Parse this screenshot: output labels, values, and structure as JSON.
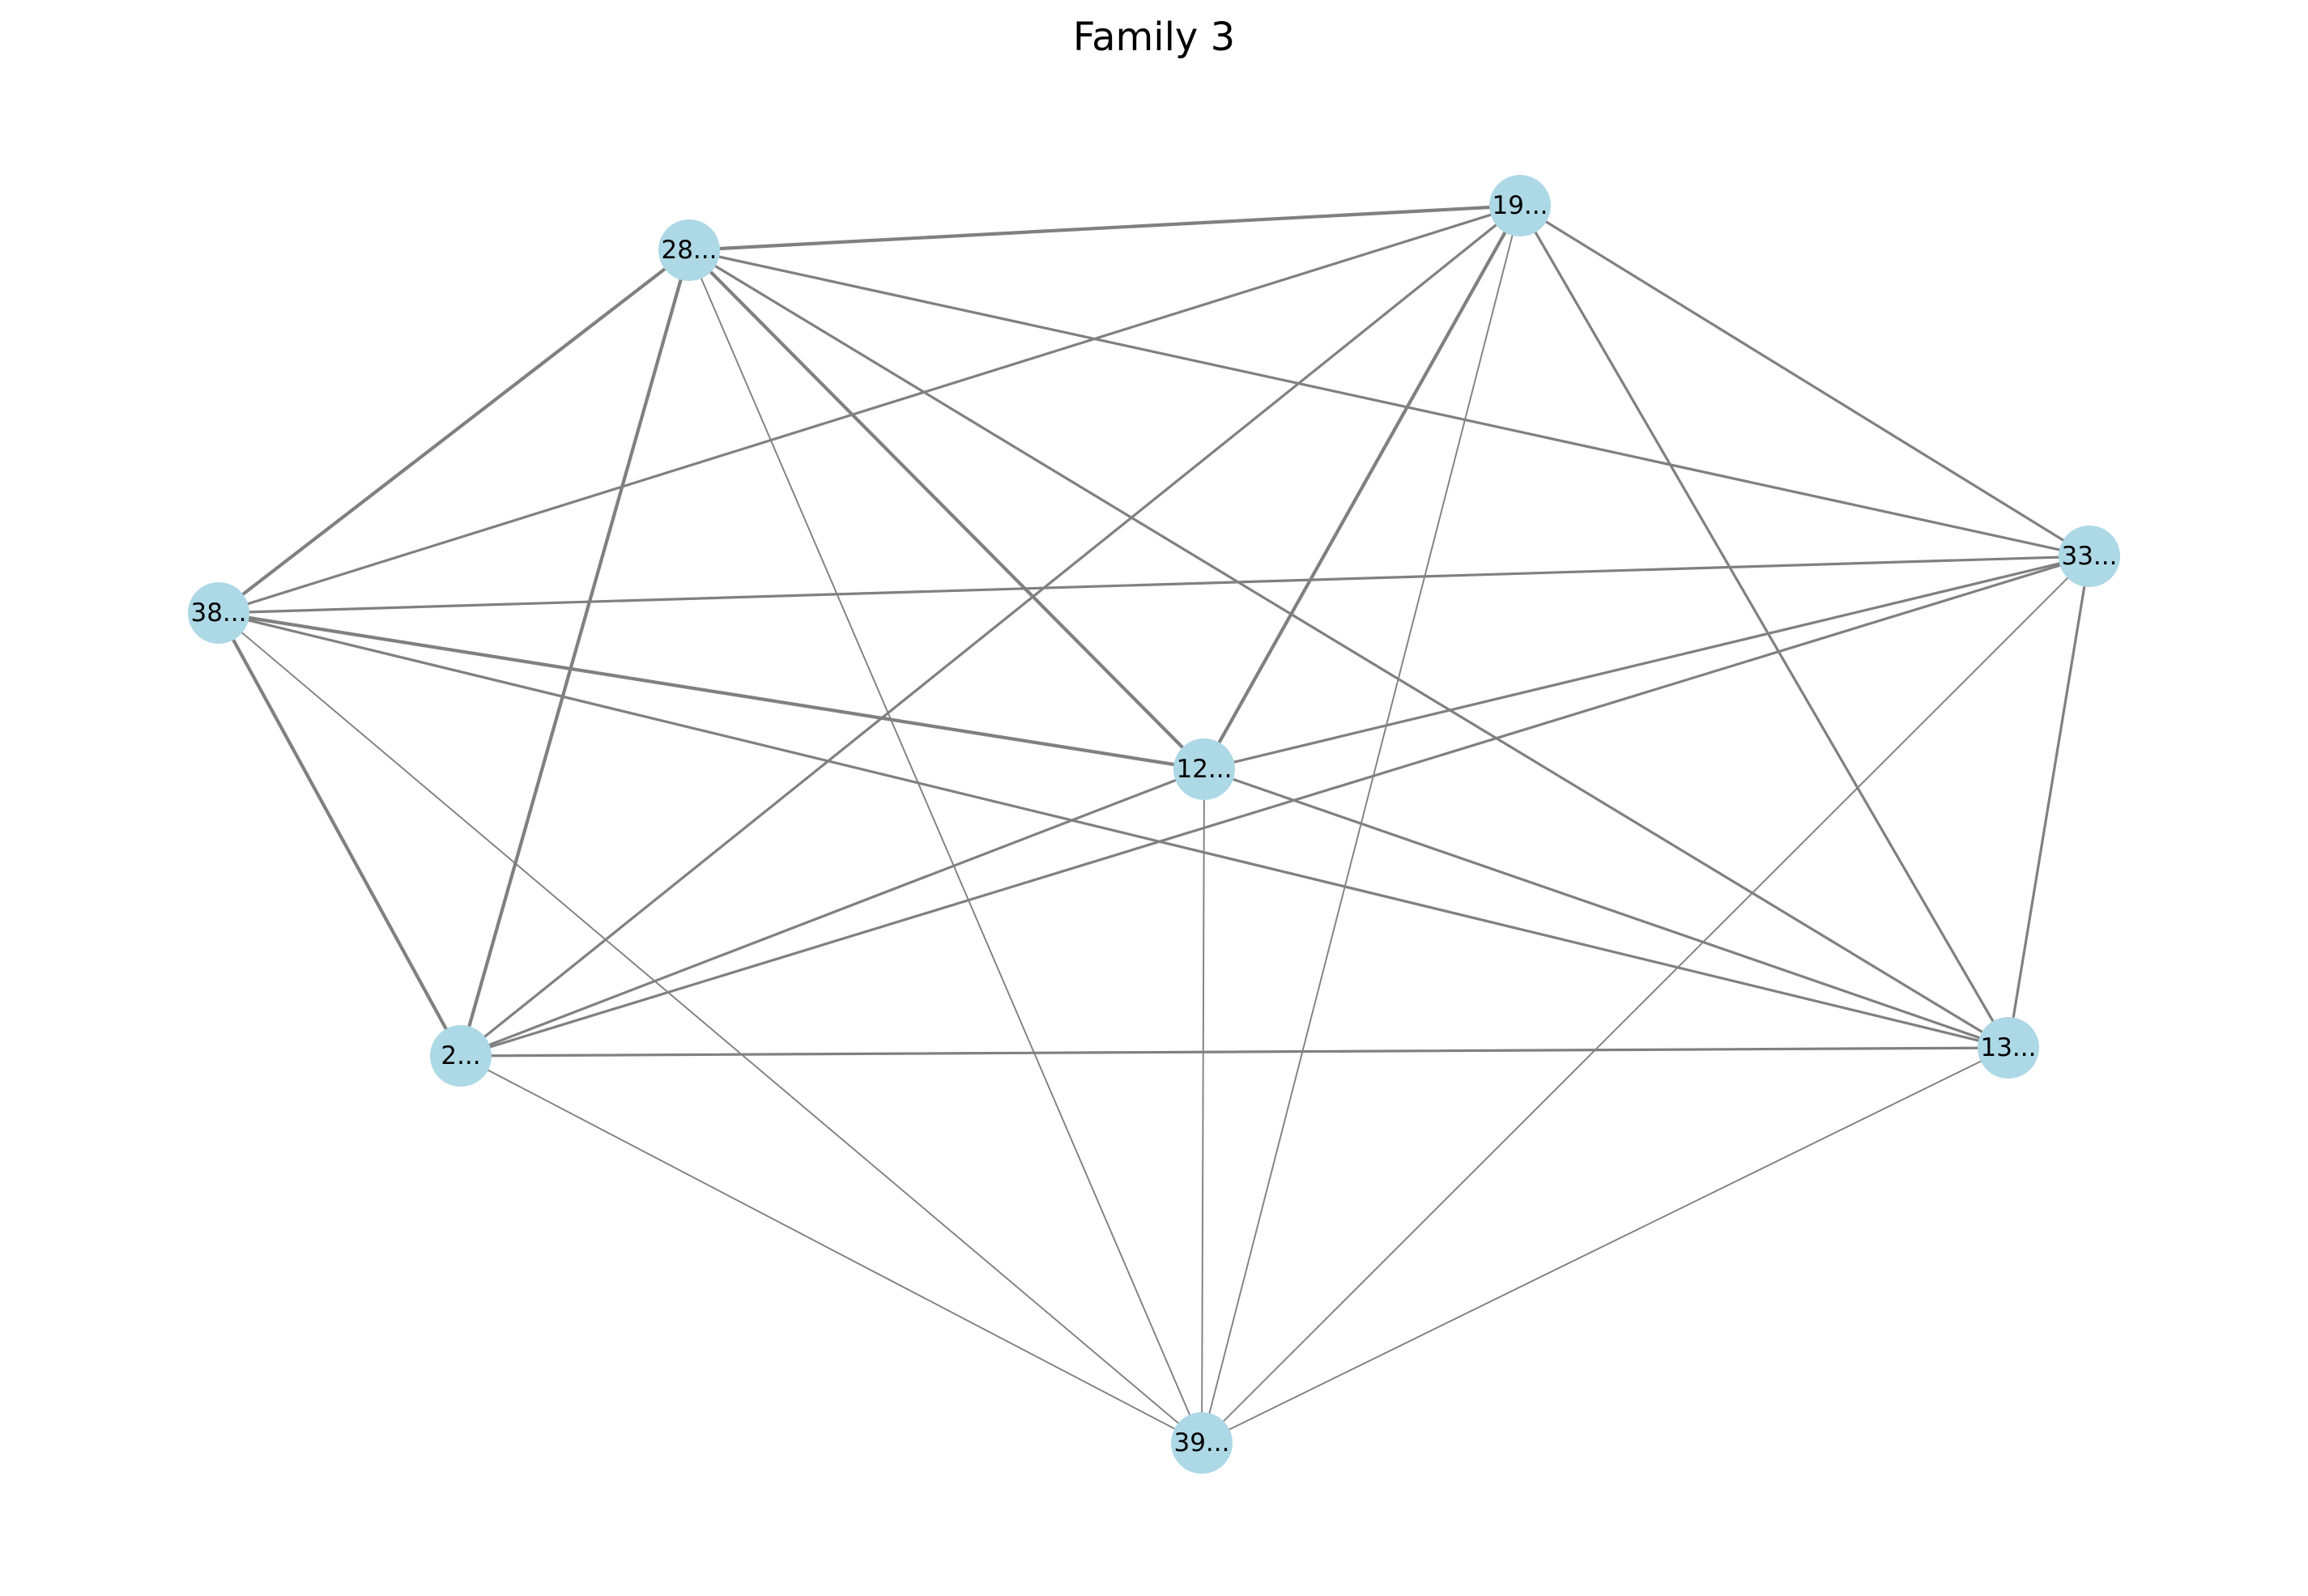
{
  "title": "Family 3",
  "colors": {
    "node_fill": "#add8e6",
    "edge_stroke": "#808080",
    "label_color": "#000000",
    "background": "#ffffff"
  },
  "nodes": [
    {
      "id": "n28",
      "label": "28..."
    },
    {
      "id": "n19",
      "label": "19..."
    },
    {
      "id": "n38",
      "label": "38..."
    },
    {
      "id": "n33",
      "label": "33..."
    },
    {
      "id": "n12",
      "label": "12..."
    },
    {
      "id": "n2",
      "label": "2..."
    },
    {
      "id": "n13",
      "label": "13..."
    },
    {
      "id": "n39",
      "label": "39..."
    }
  ],
  "edges": [
    {
      "source": "n28",
      "target": "n19",
      "weight": "heavy"
    },
    {
      "source": "n28",
      "target": "n38",
      "weight": "heavy"
    },
    {
      "source": "n28",
      "target": "n2",
      "weight": "heavy"
    },
    {
      "source": "n28",
      "target": "n12",
      "weight": "heavy"
    },
    {
      "source": "n28",
      "target": "n33",
      "weight": "medium"
    },
    {
      "source": "n28",
      "target": "n13",
      "weight": "medium"
    },
    {
      "source": "n28",
      "target": "n39",
      "weight": "light"
    },
    {
      "source": "n19",
      "target": "n38",
      "weight": "medium"
    },
    {
      "source": "n19",
      "target": "n2",
      "weight": "medium"
    },
    {
      "source": "n19",
      "target": "n12",
      "weight": "heavy"
    },
    {
      "source": "n19",
      "target": "n33",
      "weight": "medium"
    },
    {
      "source": "n19",
      "target": "n13",
      "weight": "medium"
    },
    {
      "source": "n19",
      "target": "n39",
      "weight": "light"
    },
    {
      "source": "n38",
      "target": "n33",
      "weight": "medium"
    },
    {
      "source": "n38",
      "target": "n12",
      "weight": "heavy"
    },
    {
      "source": "n38",
      "target": "n13",
      "weight": "medium"
    },
    {
      "source": "n38",
      "target": "n2",
      "weight": "heavy"
    },
    {
      "source": "n38",
      "target": "n39",
      "weight": "light"
    },
    {
      "source": "n33",
      "target": "n12",
      "weight": "medium"
    },
    {
      "source": "n33",
      "target": "n2",
      "weight": "medium"
    },
    {
      "source": "n33",
      "target": "n13",
      "weight": "medium"
    },
    {
      "source": "n33",
      "target": "n39",
      "weight": "light"
    },
    {
      "source": "n12",
      "target": "n2",
      "weight": "medium"
    },
    {
      "source": "n12",
      "target": "n13",
      "weight": "medium"
    },
    {
      "source": "n12",
      "target": "n39",
      "weight": "light"
    },
    {
      "source": "n2",
      "target": "n13",
      "weight": "medium"
    },
    {
      "source": "n2",
      "target": "n39",
      "weight": "light"
    },
    {
      "source": "n13",
      "target": "n39",
      "weight": "light"
    }
  ]
}
